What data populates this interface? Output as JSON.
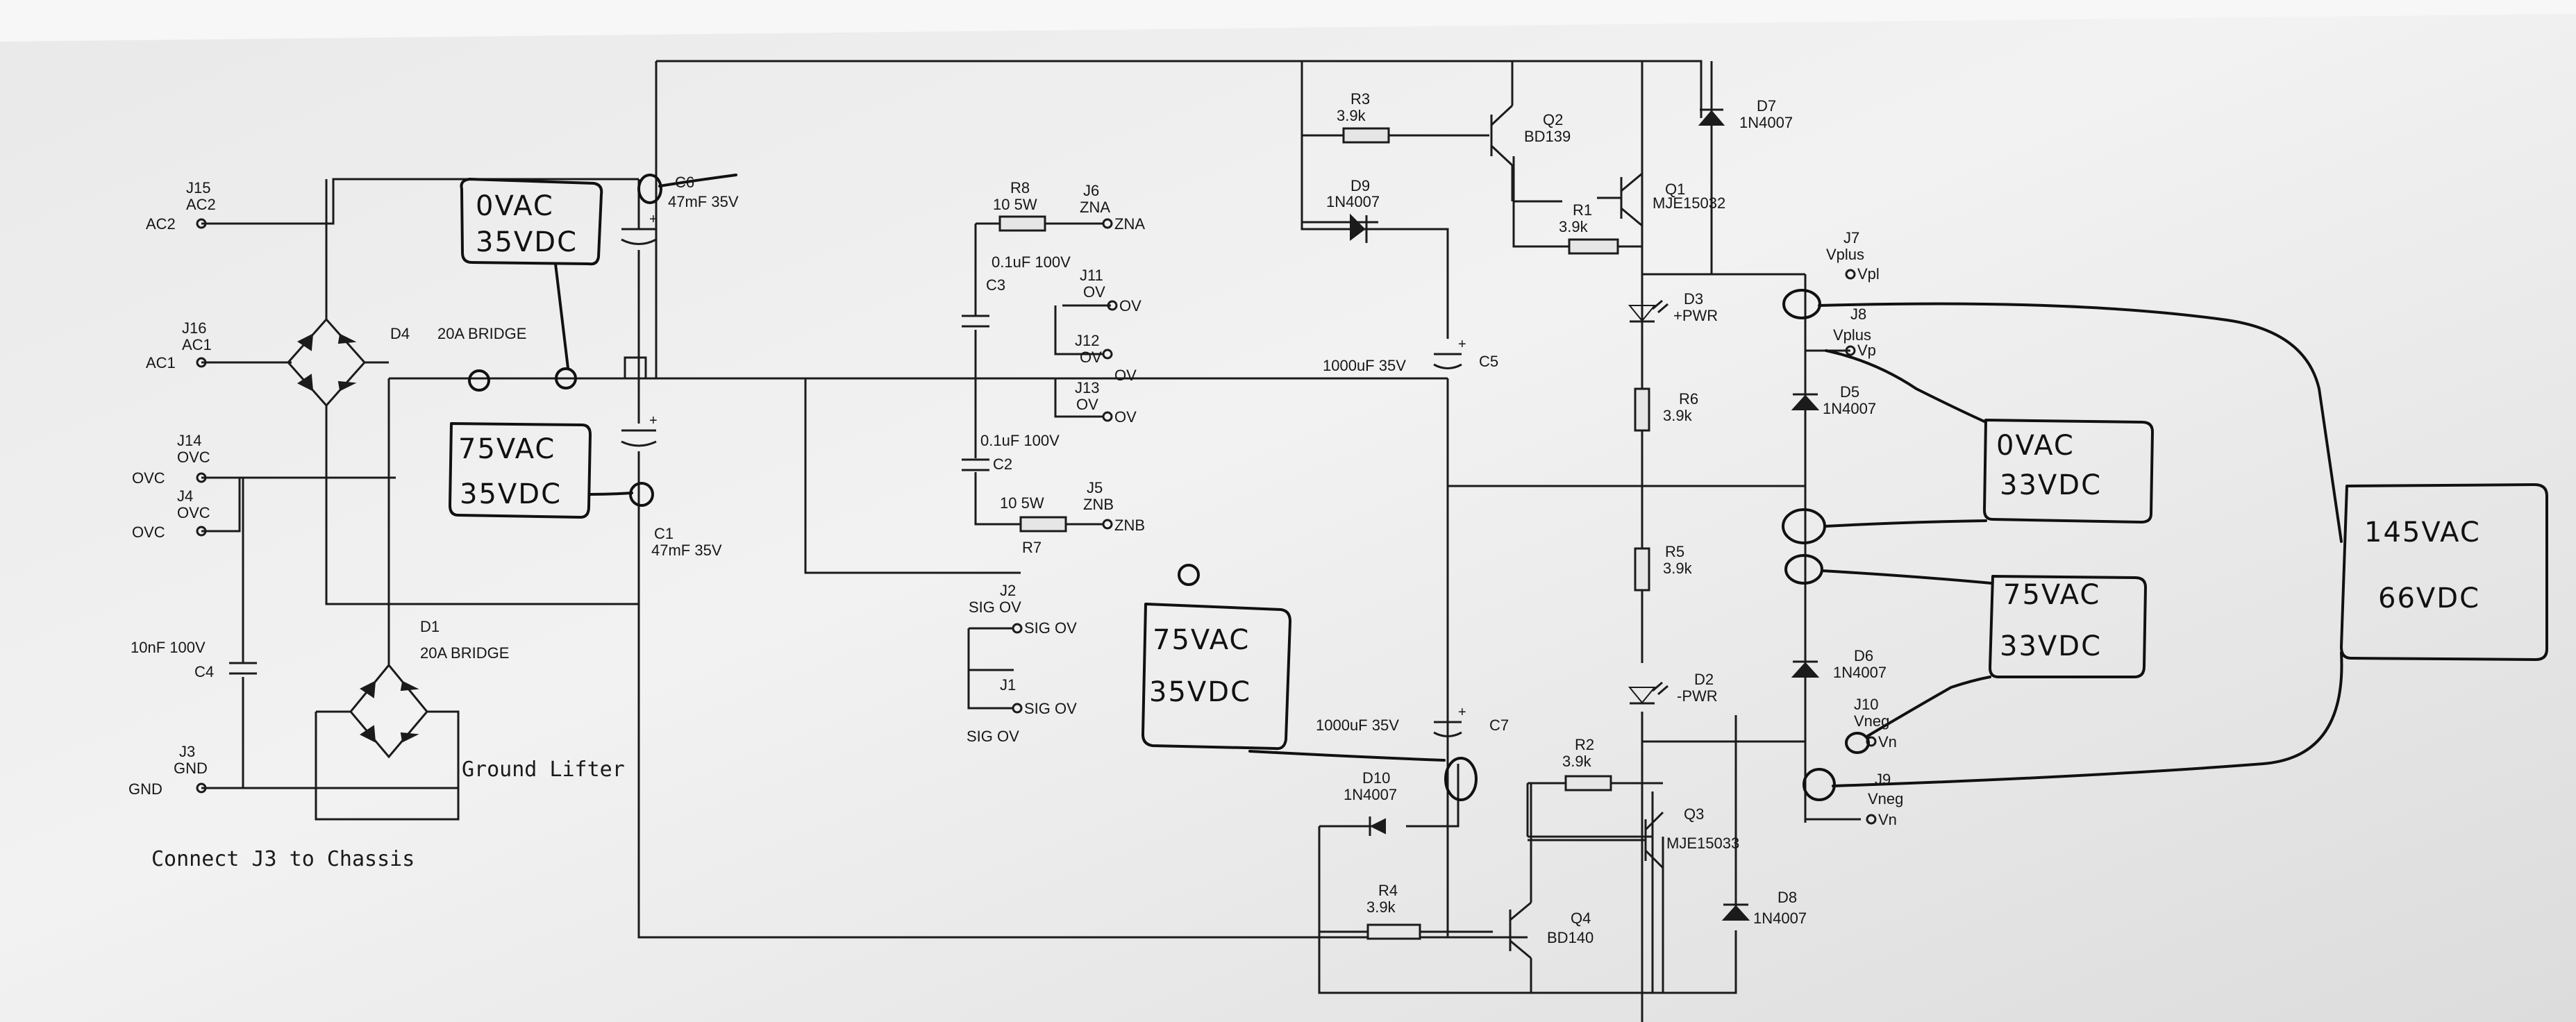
{
  "connectors": {
    "j15": {
      "ref": "J15",
      "name": "AC2",
      "net": "AC2"
    },
    "j16": {
      "ref": "J16",
      "name": "AC1",
      "net": "AC1"
    },
    "j14": {
      "ref": "J14",
      "name": "OVC",
      "net": "OVC"
    },
    "j4": {
      "ref": "J4",
      "name": "OVC",
      "net": "OVC"
    },
    "j3": {
      "ref": "J3",
      "name": "GND",
      "net": "GND"
    },
    "j6": {
      "ref": "J6",
      "name": "ZNA",
      "net": "ZNA"
    },
    "j11": {
      "ref": "J11",
      "name": "OV",
      "net": "OV"
    },
    "j12": {
      "ref": "J12",
      "name": "OV",
      "net": "OV"
    },
    "j13": {
      "ref": "J13",
      "name": "OV",
      "net": "OV"
    },
    "j5": {
      "ref": "J5",
      "name": "ZNB",
      "net": "ZNB"
    },
    "j2": {
      "ref": "J2",
      "name": "SIG OV",
      "net": "SIG OV"
    },
    "j1": {
      "ref": "J1",
      "name": "SIG OV",
      "net": "SIG OV"
    },
    "j7": {
      "ref": "J7",
      "name": "Vplus",
      "net": "Vpl"
    },
    "j8": {
      "ref": "J8",
      "name": "Vplus",
      "net": "Vp"
    },
    "j10": {
      "ref": "J10",
      "name": "Vneg",
      "net": "Vn"
    },
    "j9": {
      "ref": "J9",
      "name": "Vneg",
      "net": "Vn"
    }
  },
  "components": {
    "d4": {
      "ref": "D4",
      "value": "20A BRIDGE"
    },
    "d1": {
      "ref": "D1",
      "value": "20A BRIDGE"
    },
    "c6": {
      "ref": "C6",
      "value": "47mF 35V"
    },
    "c1": {
      "ref": "C1",
      "value": "47mF 35V"
    },
    "c4": {
      "ref": "C4",
      "value": "10nF 100V"
    },
    "r8": {
      "ref": "R8",
      "value": "10 5W"
    },
    "r7": {
      "ref": "R7",
      "value": "10 5W"
    },
    "c3": {
      "ref": "C3",
      "value": "0.1uF 100V"
    },
    "c2": {
      "ref": "C2",
      "value": "0.1uF 100V"
    },
    "r3": {
      "ref": "R3",
      "value": "3.9k"
    },
    "d9": {
      "ref": "D9",
      "value": "1N4007"
    },
    "q2": {
      "ref": "Q2",
      "value": "BD139"
    },
    "r1": {
      "ref": "R1",
      "value": "3.9k"
    },
    "q1": {
      "ref": "Q1",
      "value": "MJE15032"
    },
    "d7": {
      "ref": "D7",
      "value": "1N4007"
    },
    "c5": {
      "ref": "C5",
      "value": "1000uF 35V"
    },
    "d3": {
      "ref": "D3",
      "value": "+PWR"
    },
    "r6": {
      "ref": "R6",
      "value": "3.9k"
    },
    "d5": {
      "ref": "D5",
      "value": "1N4007"
    },
    "r5": {
      "ref": "R5",
      "value": "3.9k"
    },
    "d2": {
      "ref": "D2",
      "value": "-PWR"
    },
    "d6": {
      "ref": "D6",
      "value": "1N4007"
    },
    "c7": {
      "ref": "C7",
      "value": "1000uF 35V"
    },
    "r2": {
      "ref": "R2",
      "value": "3.9k"
    },
    "d10": {
      "ref": "D10",
      "value": "1N4007"
    },
    "r4": {
      "ref": "R4",
      "value": "3.9k"
    },
    "q3": {
      "ref": "Q3",
      "value": "MJE15033"
    },
    "q4": {
      "ref": "Q4",
      "value": "BD140"
    },
    "d8": {
      "ref": "D8",
      "value": "1N4007"
    }
  },
  "printed_notes": {
    "ground_lifter": "Ground Lifter",
    "connect_j3": "Connect J3 to Chassis"
  },
  "handwritten_notes": {
    "top_cap": [
      "0VAC",
      "35VDC"
    ],
    "left_mid": [
      "75VAC",
      "35VDC"
    ],
    "center": [
      "75VAC",
      "35VDC"
    ],
    "right_upper": [
      "0VAC",
      "33VDC"
    ],
    "right_lower": [
      "75VAC",
      "33VDC"
    ],
    "far_right": [
      "145VAC",
      "66VDC"
    ]
  },
  "colors": {
    "paper": "#efefef",
    "ink": "#1b1b1b",
    "shadow": "#bdbdbd"
  }
}
